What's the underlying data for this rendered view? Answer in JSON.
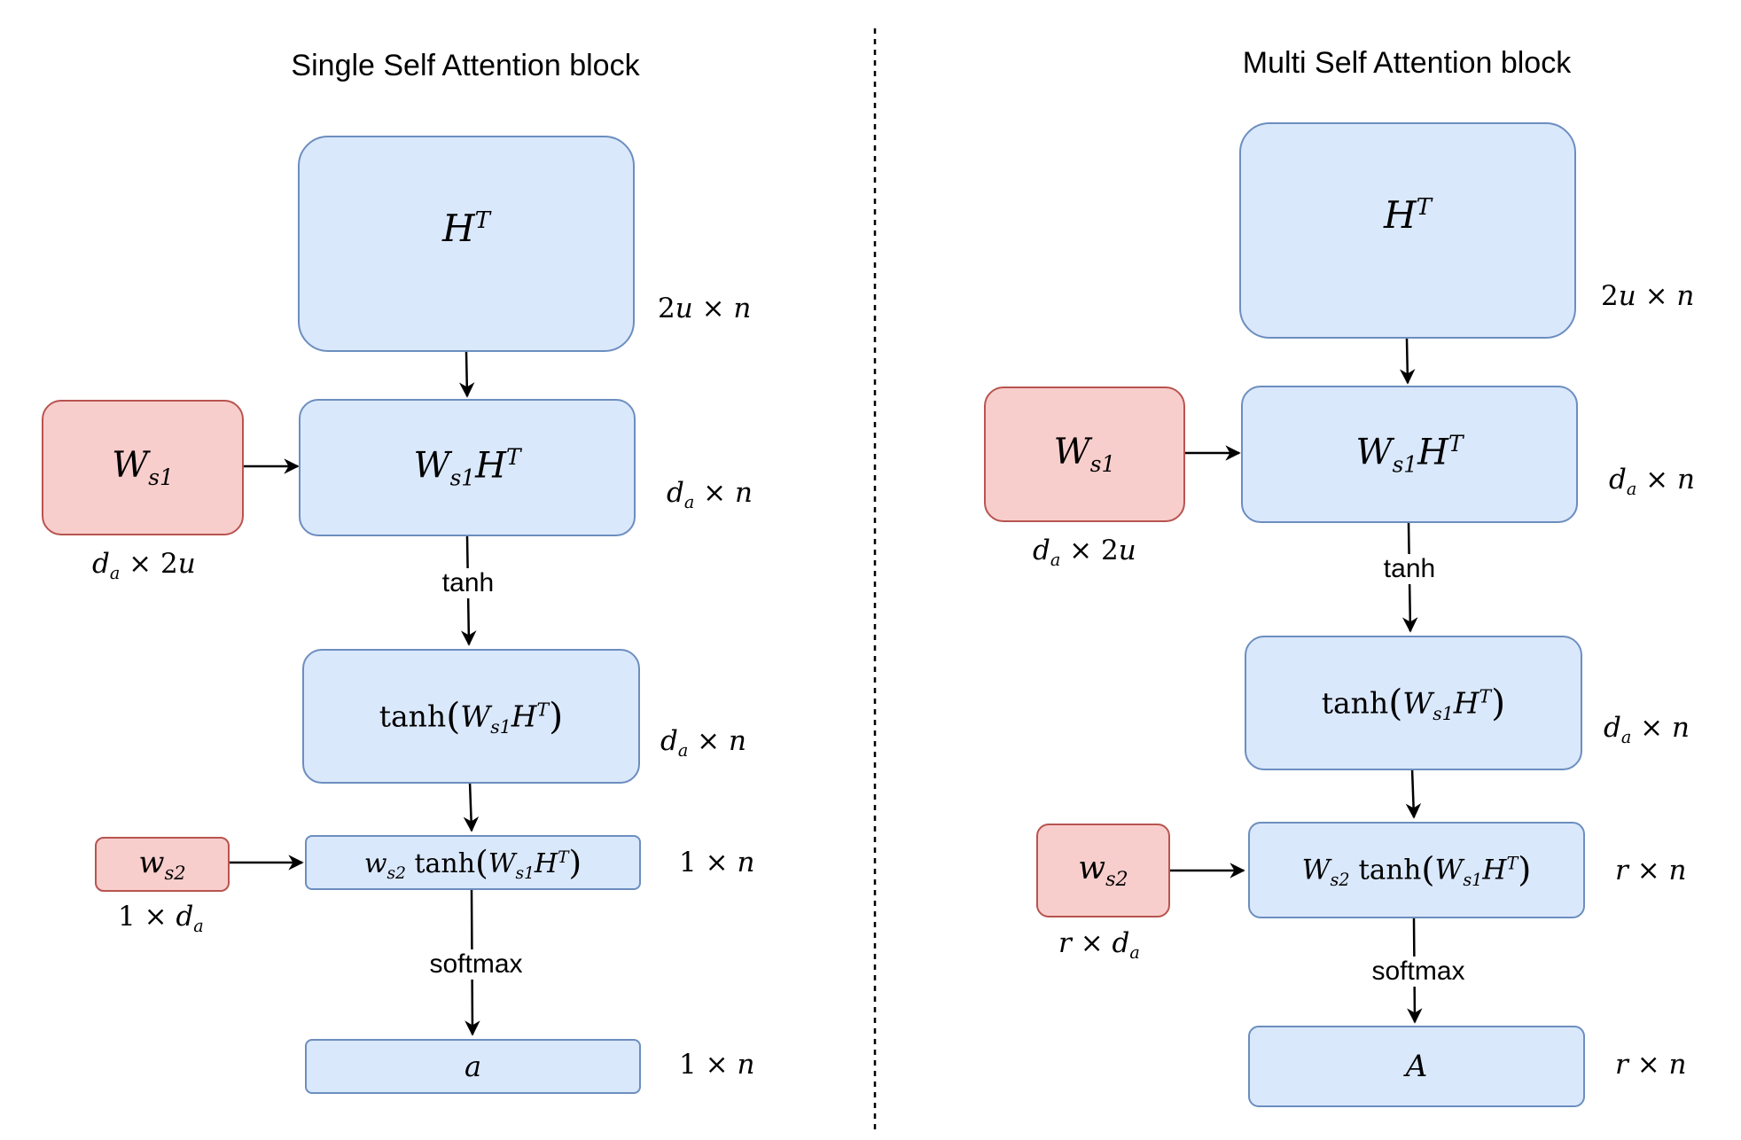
{
  "left": {
    "title": "Single Self Attention block",
    "h_t": {
      "base": "H",
      "sup": "T",
      "dim_a": "2",
      "dim_b": "u",
      "dim_times": "×",
      "dim_c": "n"
    },
    "ws1h": {
      "w": "W",
      "sub": "s1",
      "h": "H",
      "sup": "T",
      "dim_base": "d",
      "dim_sub": "a",
      "dim_times": "×",
      "dim_c": "n"
    },
    "ws1": {
      "w": "W",
      "sub": "s1",
      "dim_base": "d",
      "dim_sub": "a",
      "dim_times": "×",
      "dim_c": "2",
      "dim_d": "u"
    },
    "tanh_label": "tanh",
    "tanh_box": {
      "fn": "tanh",
      "lp": "(",
      "w": "W",
      "sub": "s1",
      "h": "H",
      "sup": "T",
      "rp": ")",
      "dim_base": "d",
      "dim_sub": "a",
      "dim_times": "×",
      "dim_c": "n"
    },
    "ws2": {
      "w": "w",
      "sub": "s2",
      "dim_a": "1",
      "dim_times": "×",
      "dim_base": "d",
      "dim_sub": "a"
    },
    "ws2tanh": {
      "w": "w",
      "sub": "s2",
      "fn": "tanh",
      "lp": "(",
      "w2": "W",
      "sub2": "s1",
      "h": "H",
      "sup": "T",
      "rp": ")",
      "dim_a": "1",
      "dim_times": "×",
      "dim_c": "n"
    },
    "softmax_label": "softmax",
    "out": {
      "sym": "a",
      "dim_a": "1",
      "dim_times": "×",
      "dim_c": "n"
    }
  },
  "right": {
    "title": "Multi Self Attention block",
    "h_t": {
      "base": "H",
      "sup": "T",
      "dim_a": "2",
      "dim_b": "u",
      "dim_times": "×",
      "dim_c": "n"
    },
    "ws1h": {
      "w": "W",
      "sub": "s1",
      "h": "H",
      "sup": "T",
      "dim_base": "d",
      "dim_sub": "a",
      "dim_times": "×",
      "dim_c": "n"
    },
    "ws1": {
      "w": "W",
      "sub": "s1",
      "dim_base": "d",
      "dim_sub": "a",
      "dim_times": "×",
      "dim_c": "2",
      "dim_d": "u"
    },
    "tanh_label": "tanh",
    "tanh_box": {
      "fn": "tanh",
      "lp": "(",
      "w": "W",
      "sub": "s1",
      "h": "H",
      "sup": "T",
      "rp": ")",
      "dim_base": "d",
      "dim_sub": "a",
      "dim_times": "×",
      "dim_c": "n"
    },
    "ws2": {
      "w": "w",
      "sub": "s2",
      "dim_a": "r",
      "dim_times": "×",
      "dim_base": "d",
      "dim_sub": "a"
    },
    "ws2tanh": {
      "w": "W",
      "sub": "s2",
      "fn": "tanh",
      "lp": "(",
      "w2": "W",
      "sub2": "s1",
      "h": "H",
      "sup": "T",
      "rp": ")",
      "dim_a": "r",
      "dim_times": "×",
      "dim_c": "n"
    },
    "softmax_label": "softmax",
    "out": {
      "sym": "A",
      "dim_a": "r",
      "dim_times": "×",
      "dim_c": "n"
    }
  },
  "colors": {
    "blue_fill": "#dae8fc",
    "blue_stroke": "#6c8ebf",
    "red_fill": "#f8cecc",
    "red_stroke": "#b85450",
    "edge": "#000000"
  }
}
